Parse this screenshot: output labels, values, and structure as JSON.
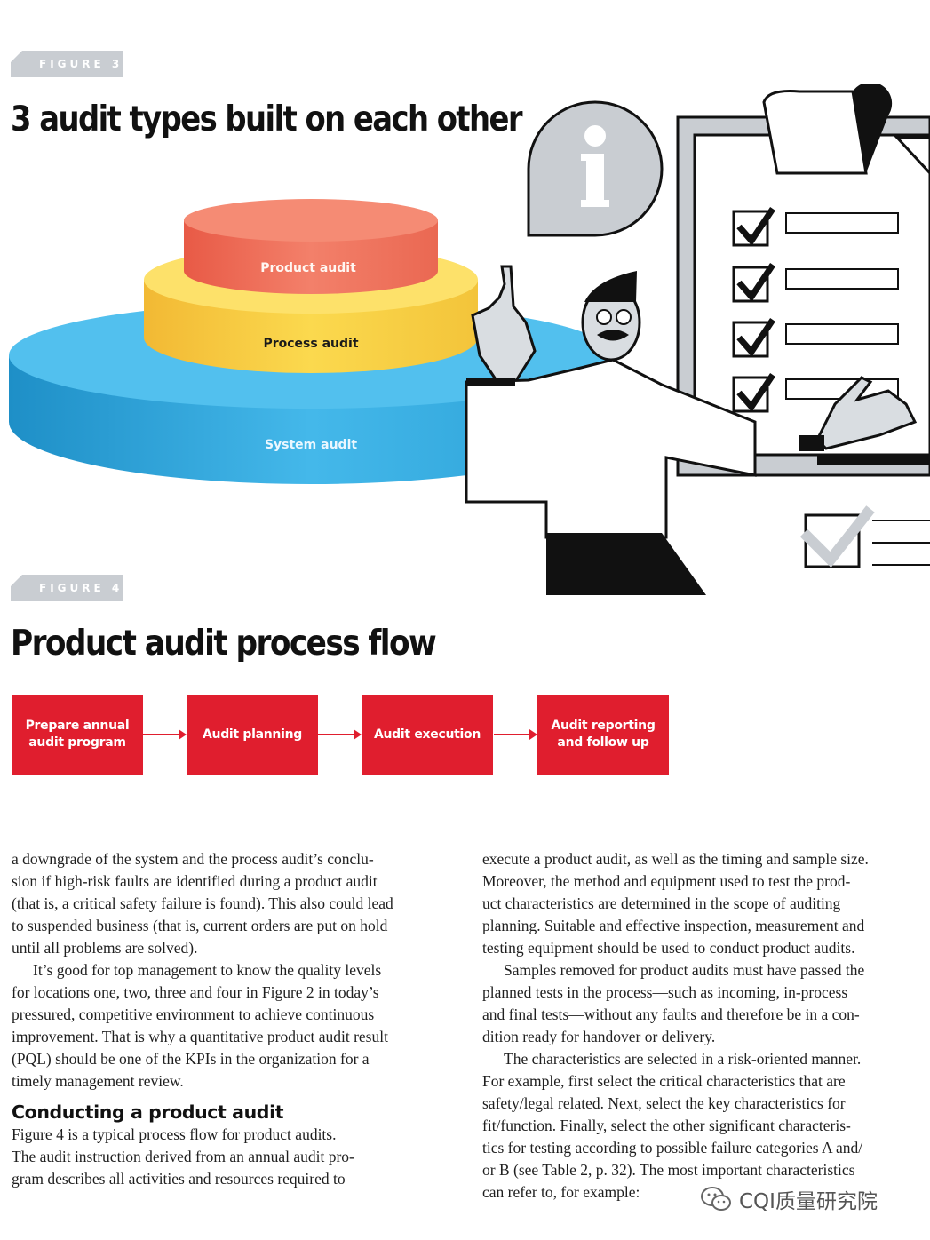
{
  "figure3": {
    "tag": "FIGURE 3",
    "title": "3 audit types built on each other",
    "tiers": {
      "top": "Product audit",
      "middle": "Process audit",
      "bottom": "System audit"
    },
    "colors": {
      "product": "#f0715a",
      "process": "#f7d74a",
      "system": "#3ab4e6"
    }
  },
  "figure4": {
    "tag": "FIGURE 4",
    "title": "Product audit process flow",
    "steps": [
      {
        "line1": "Prepare annual",
        "line2": "audit program"
      },
      {
        "line1": "Audit planning",
        "line2": ""
      },
      {
        "line1": "Audit execution",
        "line2": ""
      },
      {
        "line1": "Audit reporting",
        "line2": "and follow up"
      }
    ],
    "color": "#e01e2e"
  },
  "left_column": {
    "p1": [
      "a downgrade of the system and the process audit’s conclu-",
      "sion if high-risk faults are identified during a product audit",
      "(that is, a critical safety failure is found). This also could lead",
      "to suspended business (that is, current orders are put on hold",
      "until all problems are solved)."
    ],
    "p2": [
      "It’s good for top management to know the quality levels",
      "for locations one, two, three and four in Figure 2 in today’s",
      "pressured, competitive environment to achieve continuous",
      "improvement. That is why a quantitative product audit result",
      "(PQL) should be one of the KPIs in the organization for a",
      "timely management review."
    ],
    "subhead": "Conducting a product audit",
    "p3": [
      "Figure 4 is a typical process flow for product audits.",
      "The audit instruction derived from an annual audit pro-",
      "gram describes all activities and resources required to"
    ]
  },
  "right_column": {
    "p1": [
      "execute a product audit, as well as the timing and sample size.",
      "Moreover, the method and equipment used to test the prod-",
      "uct characteristics are determined in the scope of auditing",
      "planning. Suitable and effective inspection, measurement and",
      "testing equipment should be used to conduct product audits."
    ],
    "p2": [
      "Samples removed for product audits must have passed the",
      "planned tests in the process—such as incoming, in-process",
      "and final tests—without any faults and therefore be in a con-",
      "dition ready for handover or delivery."
    ],
    "p3": [
      "The characteristics are selected in a risk-oriented manner.",
      "For example, first select the critical characteristics that are",
      "safety/legal related. Next, select the key characteristics for",
      "fit/function. Finally, select the other significant characteris-",
      "tics for testing according to possible failure categories A and/",
      "or B (see Table 2, p. 32). The most important characteristics",
      "can refer to, for example:"
    ]
  },
  "watermark": {
    "text": "CQI质量研究院",
    "icon": "wechat-icon"
  }
}
